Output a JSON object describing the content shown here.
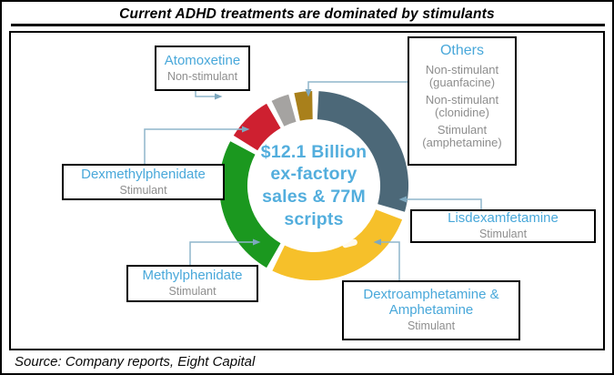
{
  "header": {
    "title": "Current ADHD treatments are dominated by stimulants"
  },
  "footer": {
    "source": "Source: Company reports, Eight Capital"
  },
  "colors": {
    "label_blue": "#49a8da",
    "center_blue": "#53aedd",
    "sub_gray": "#8e8e8e",
    "leader_line": "#8fb6cb",
    "slate": "#4c6878",
    "yellow": "#f6c02a",
    "green": "#1b981f",
    "red": "#ce2030",
    "gray": "#a5a3a1",
    "dark_gold": "#a9801b"
  },
  "labels": {
    "atomoxetine": {
      "name": "Atomoxetine",
      "sub": "Non-stimulant"
    },
    "others": {
      "title": "Others",
      "items": [
        {
          "text": "Non-stimulant\n(guanfacine)"
        },
        {
          "text": "Non-stimulant\n(clonidine)"
        },
        {
          "text": "Stimulant\n(amphetamine)"
        }
      ]
    },
    "dexmethylphenidate": {
      "name": "Dexmethylphenidate",
      "sub": "Stimulant"
    },
    "methylphenidate": {
      "name": "Methylphenidate",
      "sub": "Stimulant"
    },
    "dextroamphetamine": {
      "name": "Dextroamphetamine &\nAmphetamine",
      "sub": "Stimulant"
    },
    "lisdexamfetamine": {
      "name": "Lisdexamfetamine",
      "sub": "Stimulant"
    }
  },
  "chart_data": {
    "type": "pie",
    "subtype": "donut",
    "title": "Current ADHD treatments are dominated by stimulants",
    "center_label": "$12.1 Billion\nex-factory\nsales & 77M\nscripts",
    "legend_position": "callout-boxes",
    "angle_convention": "degrees clockwise from 12 o'clock; gaps between segments are white",
    "segments": [
      {
        "id": "lisdexamfetamine",
        "name": "Lisdexamfetamine",
        "category": "Stimulant",
        "color": "#4c6878",
        "start_deg": 3,
        "end_deg": 106,
        "approx_share_pct": 30.7
      },
      {
        "id": "dextroamphetamine-amphetamine",
        "name": "Dextroamphetamine & Amphetamine",
        "category": "Stimulant",
        "color": "#f6c02a",
        "start_deg": 111,
        "end_deg": 206,
        "approx_share_pct": 28.3
      },
      {
        "id": "methylphenidate",
        "name": "Methylphenidate",
        "category": "Stimulant",
        "color": "#1b981f",
        "start_deg": 210,
        "end_deg": 298,
        "approx_share_pct": 26.2
      },
      {
        "id": "dexmethylphenidate",
        "name": "Dexmethylphenidate",
        "category": "Stimulant",
        "color": "#ce2030",
        "start_deg": 302,
        "end_deg": 330,
        "approx_share_pct": 8.3
      },
      {
        "id": "atomoxetine",
        "name": "Atomoxetine",
        "category": "Non-stimulant",
        "color": "#a5a3a1",
        "start_deg": 333.5,
        "end_deg": 344.5,
        "approx_share_pct": 3.3
      },
      {
        "id": "others",
        "name": "Others",
        "category": "Non-stimulant (guanfacine), Non-stimulant (clonidine), Stimulant (amphetamine)",
        "color": "#a9801b",
        "start_deg": 348,
        "end_deg": 359,
        "approx_share_pct": 3.3
      }
    ]
  }
}
